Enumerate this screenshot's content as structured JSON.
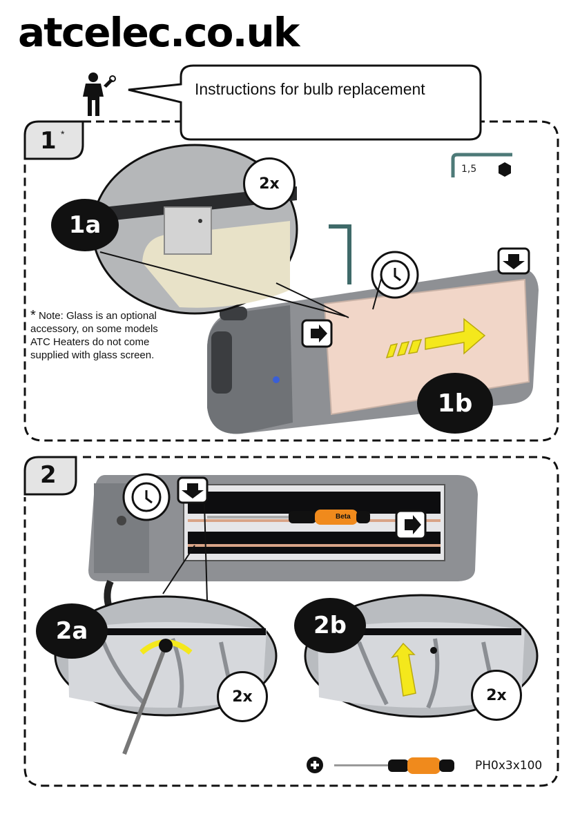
{
  "brand": {
    "logo_text": "atcelec.co.uk"
  },
  "header": {
    "title": "Instructions for bulb replacement"
  },
  "step1": {
    "number": "1",
    "asterisk": "*",
    "tool_size": "1,5",
    "detail_a": {
      "label": "1a",
      "count": "2x"
    },
    "detail_b": {
      "label": "1b"
    },
    "note": {
      "asterisk": "*",
      "text": "Note: Glass is an optional accessory, on some models ATC Heaters do not come supplied with glass screen."
    }
  },
  "step2": {
    "number": "2",
    "screwdriver_brand": "Beta",
    "detail_a": {
      "label": "2a",
      "count": "2x"
    },
    "detail_b": {
      "label": "2b",
      "count": "2x"
    },
    "tool_spec": "PH0x3x100"
  },
  "colors": {
    "ink": "#111111",
    "heater_grey": "#8e9094",
    "glass_pink": "#f1d6c8",
    "arrow_yellow": "#f4e81c",
    "handle_orange": "#f08a1c"
  }
}
